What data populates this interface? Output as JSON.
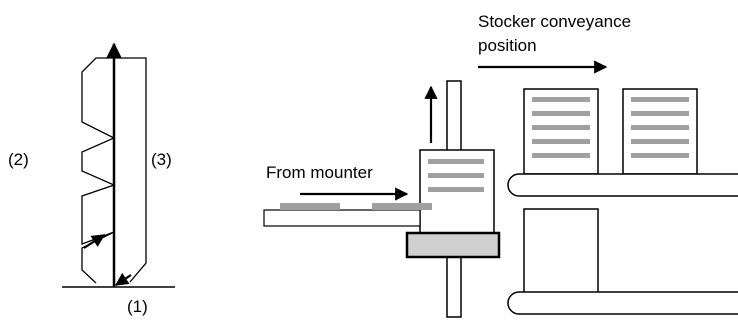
{
  "left_diagram": {
    "label_1": "(1)",
    "label_2": "(2)",
    "label_3": "(3)"
  },
  "right_diagram": {
    "stocker_label_line1": "Stocker conveyance",
    "stocker_label_line2": "position",
    "from_mounter_label": "From mounter"
  },
  "colors": {
    "line": "#000000",
    "stripe_gray": "#a0a0a0",
    "clamp_gray": "#cfcfcf",
    "background": "#ffffff"
  }
}
